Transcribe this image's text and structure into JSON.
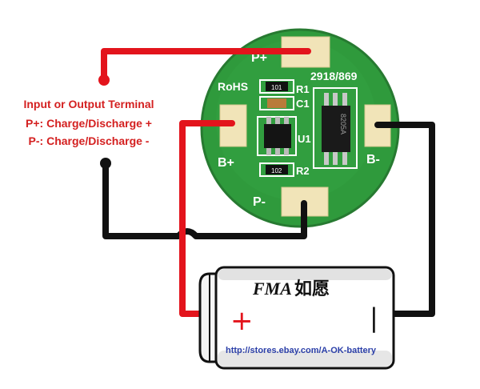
{
  "annotation": {
    "line1": "Input or Output Terminal",
    "line2": "P+: Charge/Discharge +",
    "line3": "P-: Charge/Discharge -"
  },
  "board": {
    "code": "2918/869",
    "rohs": "RoHS",
    "labels": {
      "r1": "R1",
      "c1": "C1",
      "u1": "U1",
      "r2": "R2",
      "p_plus": "P+",
      "p_minus": "P-",
      "b_plus": "B+",
      "b_minus": "B-"
    },
    "resistor_codes": {
      "r1": "101",
      "r2": "102"
    },
    "chip_mark": "8205A"
  },
  "battery": {
    "brand_latin": "FMA",
    "brand_cjk": "如愿",
    "plus_sign": "+",
    "minus_sign": "|",
    "url": "http://stores.ebay.com/A-OK-battery"
  },
  "colors": {
    "pcb": "#2f9a3c",
    "pcb_edge": "#2a7f33",
    "pad": "#f1e4b8",
    "wire_red": "#e3141c",
    "wire_black": "#111111",
    "text_red": "#d42020"
  }
}
